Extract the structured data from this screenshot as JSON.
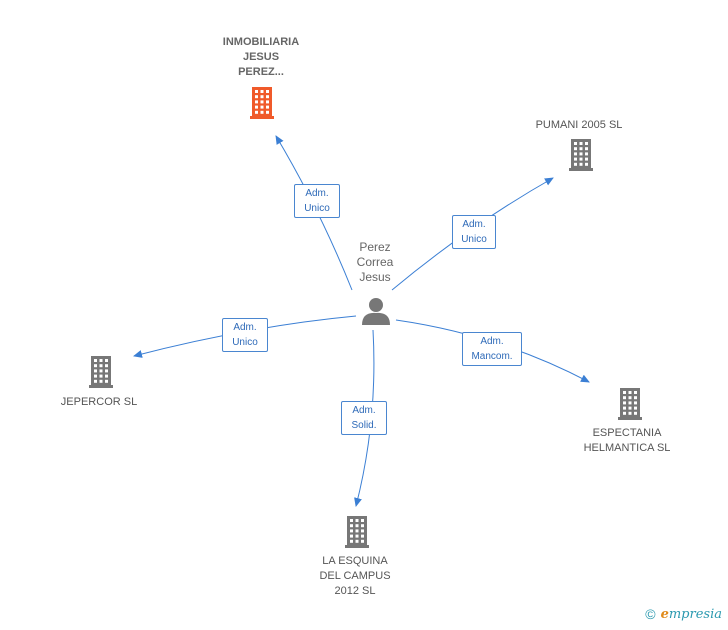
{
  "colors": {
    "edge": "#3b7fd4",
    "building": "#777777",
    "building_highlight": "#f05a2a",
    "person": "#777777"
  },
  "center": {
    "label": "Perez\nCorrea\nJesus",
    "icon": "person-icon"
  },
  "nodes": [
    {
      "id": "inmobiliaria",
      "label": "INMOBILIARIA\nJESUS\nPEREZ...",
      "icon": "building-icon",
      "highlight": true
    },
    {
      "id": "pumani",
      "label": "PUMANI 2005 SL",
      "icon": "building-icon",
      "highlight": false
    },
    {
      "id": "jepercor",
      "label": "JEPERCOR SL",
      "icon": "building-icon",
      "highlight": false
    },
    {
      "id": "espectania",
      "label": "ESPECTANIA\nHELMANTICA SL",
      "icon": "building-icon",
      "highlight": false
    },
    {
      "id": "esquina",
      "label": "LA ESQUINA\nDEL CAMPUS\n2012 SL",
      "icon": "building-icon",
      "highlight": false
    }
  ],
  "edges": [
    {
      "to": "inmobiliaria",
      "label": "Adm.\nUnico"
    },
    {
      "to": "pumani",
      "label": "Adm.\nUnico"
    },
    {
      "to": "jepercor",
      "label": "Adm.\nUnico"
    },
    {
      "to": "espectania",
      "label": "Adm.\nMancom."
    },
    {
      "to": "esquina",
      "label": "Adm.\nSolid."
    }
  ],
  "footer": {
    "copyright": "©",
    "brand_initial": "e",
    "brand_rest": "mpresia"
  }
}
